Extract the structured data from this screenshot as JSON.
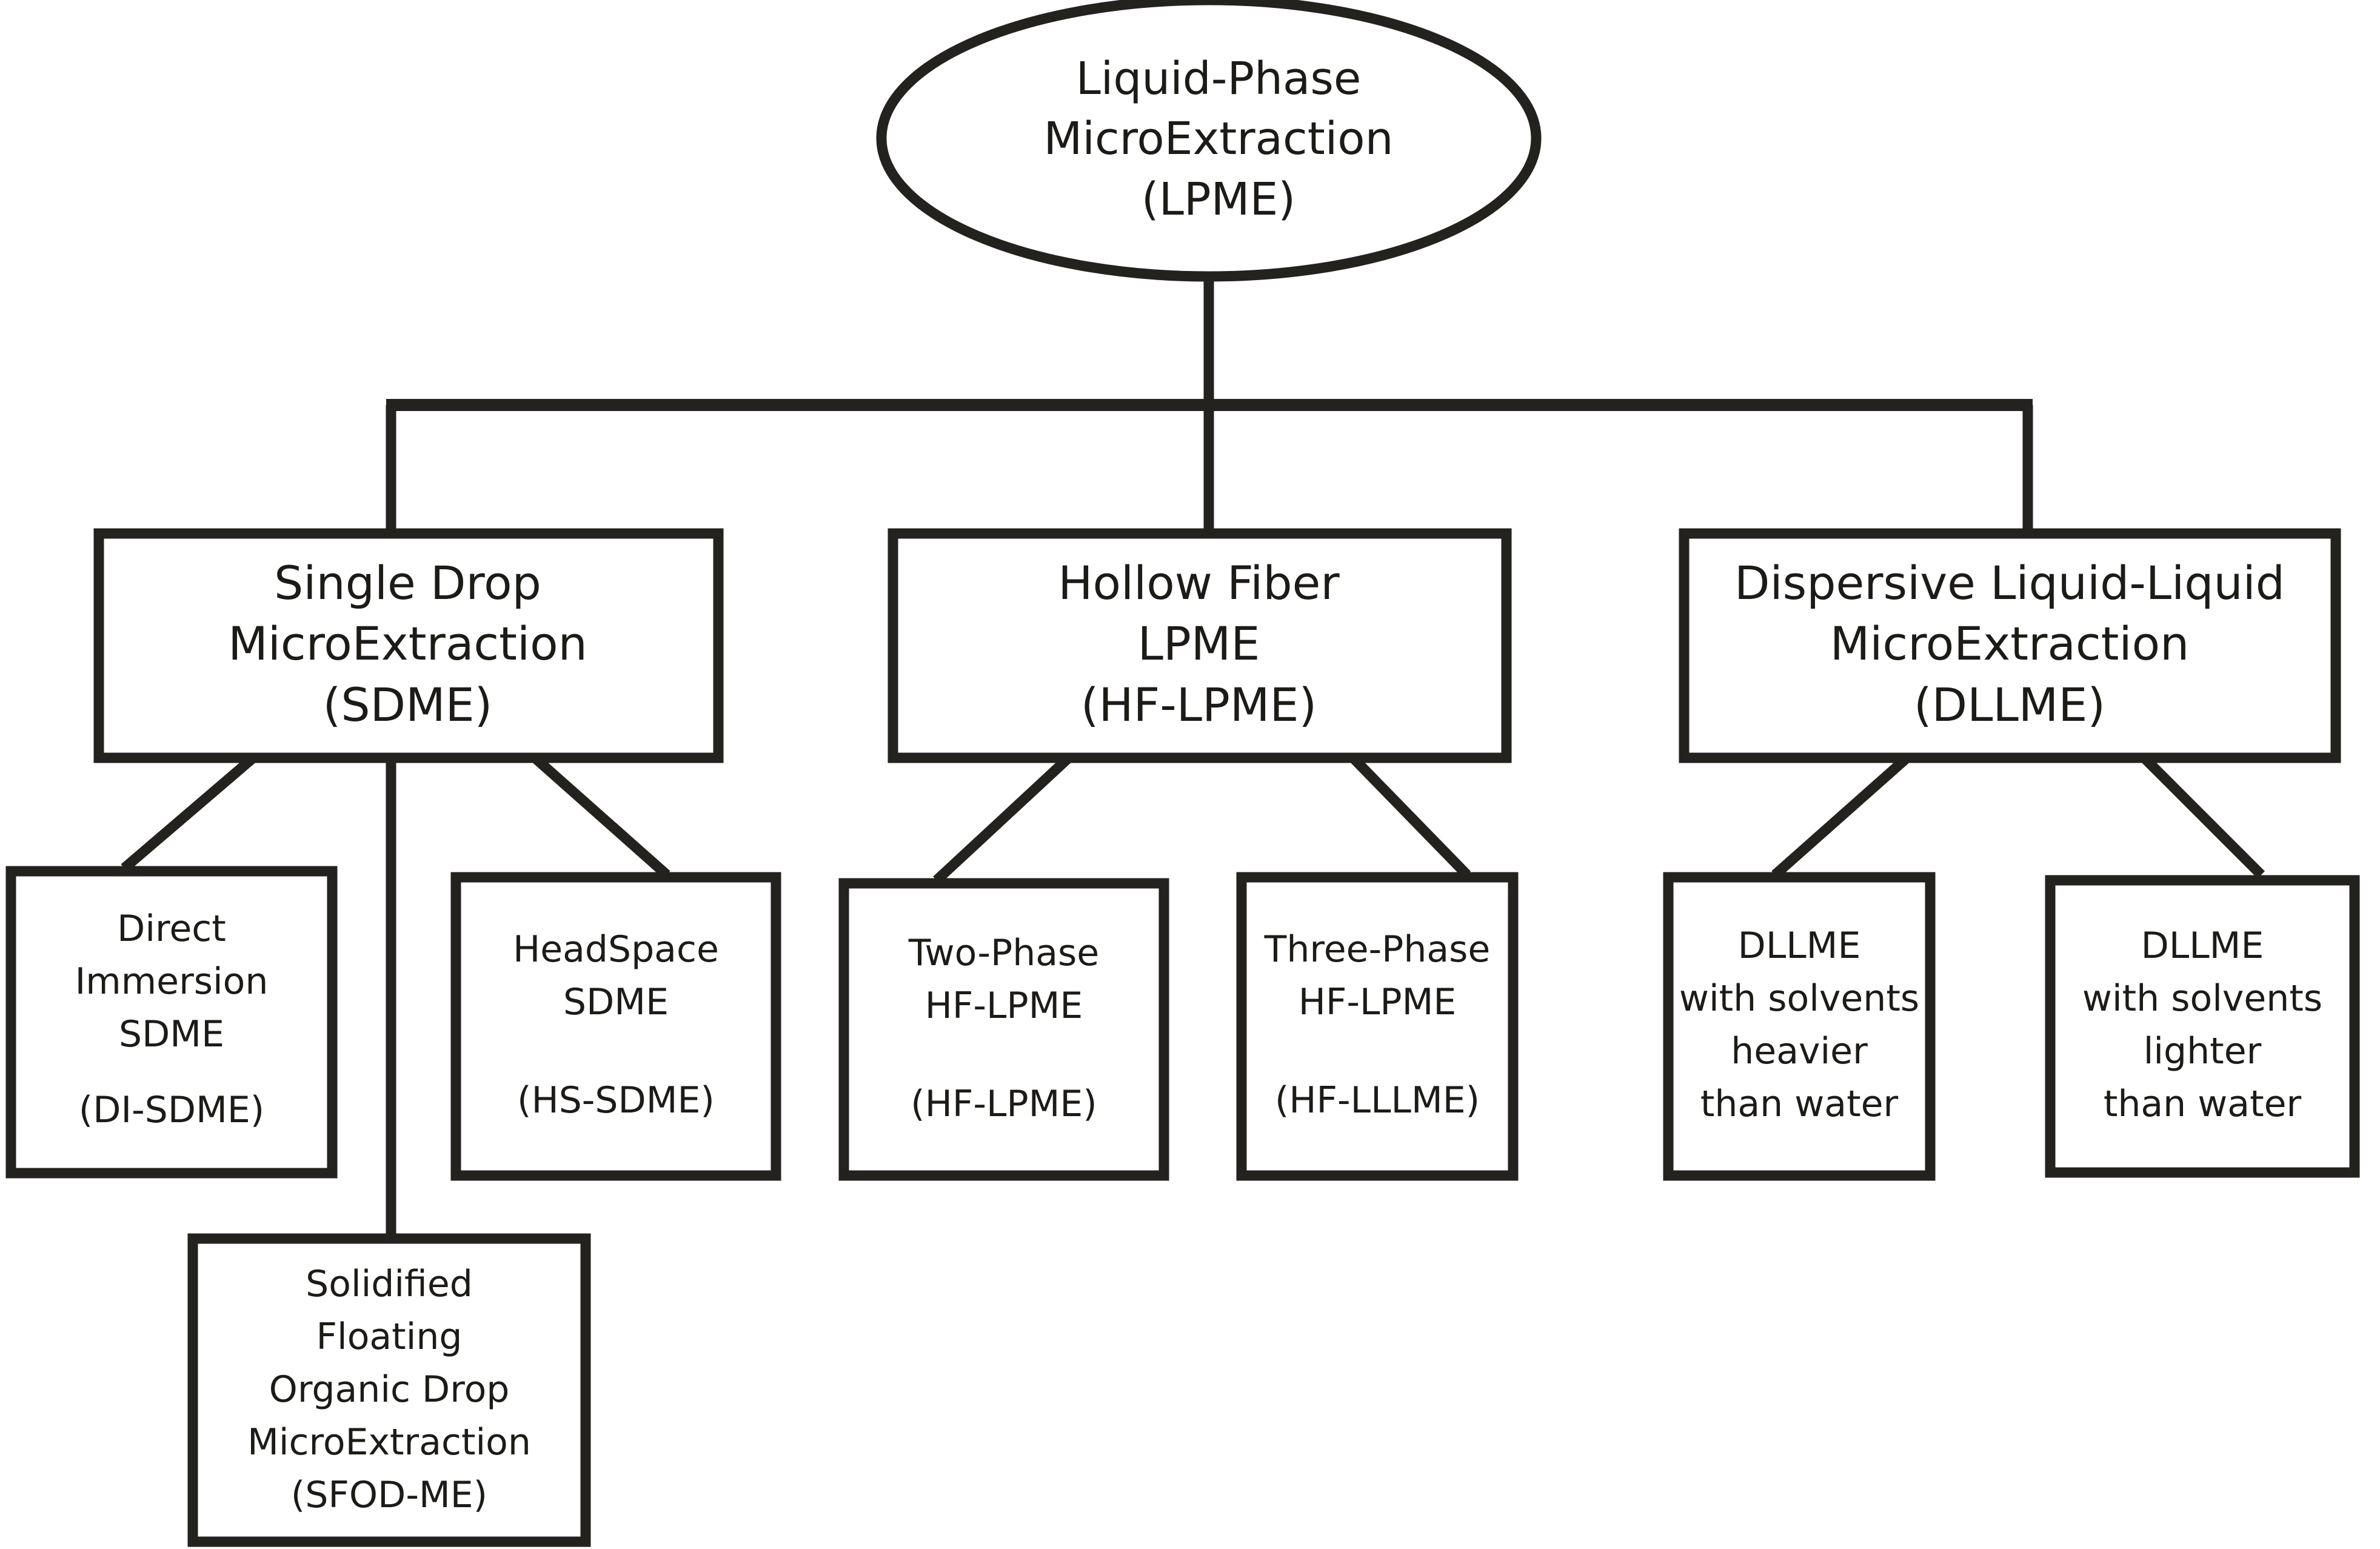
{
  "diagram": {
    "title": "Liquid-Phase MicroExtraction (LPME) classification tree",
    "stroke_color": "#24221e",
    "background_color": "#ffffff",
    "root": {
      "id": "lpme-root",
      "shape": "ellipse",
      "lines": [
        "Liquid-Phase",
        "MicroExtraction",
        "(LPME)"
      ]
    },
    "level1": [
      {
        "id": "sdme",
        "shape": "rectangle",
        "lines": [
          "Single Drop",
          "MicroExtraction",
          "(SDME)"
        ]
      },
      {
        "id": "hf-lpme",
        "shape": "rectangle",
        "lines": [
          "Hollow Fiber",
          "LPME",
          "(HF-LPME)"
        ]
      },
      {
        "id": "dllme",
        "shape": "rectangle",
        "lines": [
          "Dispersive Liquid-Liquid",
          "MicroExtraction",
          "(DLLME)"
        ]
      }
    ],
    "level2": [
      {
        "id": "di-sdme",
        "parent": "sdme",
        "shape": "rectangle",
        "lines": [
          "Direct",
          "Immersion",
          "SDME",
          "",
          "(DI-SDME)"
        ]
      },
      {
        "id": "hs-sdme",
        "parent": "sdme",
        "shape": "rectangle",
        "lines": [
          "HeadSpace",
          "SDME",
          "",
          "(HS-SDME)"
        ]
      },
      {
        "id": "sfod-me",
        "parent": "sdme",
        "shape": "rectangle",
        "lines": [
          "Solidified",
          "Floating",
          "Organic Drop",
          "MicroExtraction",
          "(SFOD-ME)"
        ]
      },
      {
        "id": "two-phase-hf-lpme",
        "parent": "hf-lpme",
        "shape": "rectangle",
        "lines": [
          "Two-Phase",
          "HF-LPME",
          "",
          "(HF-LPME)"
        ]
      },
      {
        "id": "three-phase-hf-lpme",
        "parent": "hf-lpme",
        "shape": "rectangle",
        "lines": [
          "Three-Phase",
          "HF-LPME",
          "",
          "(HF-LLLME)"
        ]
      },
      {
        "id": "dllme-heavier",
        "parent": "dllme",
        "shape": "rectangle",
        "lines": [
          "DLLME",
          "with solvents",
          "heavier",
          "than water"
        ]
      },
      {
        "id": "dllme-lighter",
        "parent": "dllme",
        "shape": "rectangle",
        "lines": [
          "DLLME",
          "with solvents",
          "lighter",
          "than water"
        ]
      }
    ]
  },
  "nodes": {
    "root": {
      "l1": "Liquid-Phase",
      "l2": "MicroExtraction",
      "l3": "(LPME)"
    },
    "sdme": {
      "l1": "Single Drop",
      "l2": "MicroExtraction",
      "l3": "(SDME)"
    },
    "hflpme": {
      "l1": "Hollow Fiber",
      "l2": "LPME",
      "l3": "(HF-LPME)"
    },
    "dllme": {
      "l1": "Dispersive Liquid-Liquid",
      "l2": "MicroExtraction",
      "l3": "(DLLME)"
    },
    "di_sdme": {
      "l1": "Direct",
      "l2": "Immersion",
      "l3": "SDME",
      "l4": "(DI-SDME)"
    },
    "hs_sdme": {
      "l1": "HeadSpace",
      "l2": "SDME",
      "l3": "(HS-SDME)"
    },
    "sfod_me": {
      "l1": "Solidified",
      "l2": "Floating",
      "l3": "Organic Drop",
      "l4": "MicroExtraction",
      "l5": "(SFOD-ME)"
    },
    "two_phase": {
      "l1": "Two-Phase",
      "l2": "HF-LPME",
      "l3": "(HF-LPME)"
    },
    "three_phase": {
      "l1": "Three-Phase",
      "l2": "HF-LPME",
      "l3": "(HF-LLLME)"
    },
    "dllme_heavier": {
      "l1": "DLLME",
      "l2": "with solvents",
      "l3": "heavier",
      "l4": "than water"
    },
    "dllme_lighter": {
      "l1": "DLLME",
      "l2": "with solvents",
      "l3": "lighter",
      "l4": "than water"
    }
  }
}
